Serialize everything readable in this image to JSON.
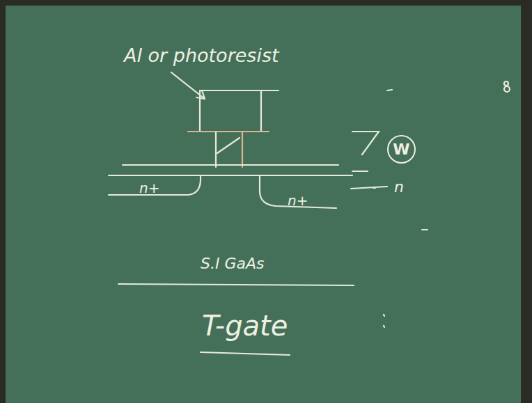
{
  "diagram": {
    "nodes": [
      {
        "text": [
          "W"
        ]
      }
    ],
    "labels": [
      "Al or photoresist",
      "n+",
      "n+",
      "n",
      "S.I GaAs",
      "T-gate"
    ]
  }
}
